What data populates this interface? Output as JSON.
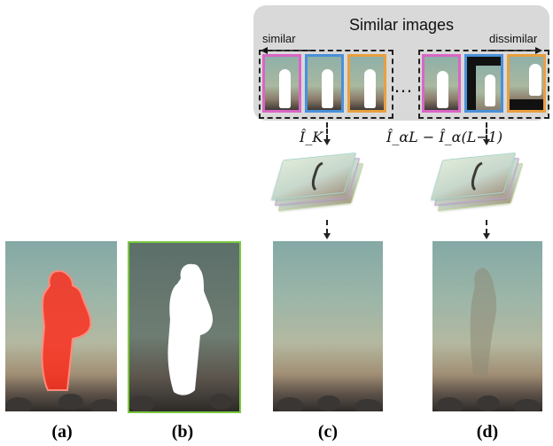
{
  "panel": {
    "title": "Similar images",
    "similar_label": "similar",
    "dissimilar_label": "dissimilar",
    "ellipsis": "…",
    "frame_colors": [
      "#d966c6",
      "#4a90d9",
      "#e8a040",
      "#d966c6",
      "#4a90d9",
      "#e8a040"
    ]
  },
  "formulas": {
    "left": "Î_K",
    "right": "Î_αL − Î_α(L−1)"
  },
  "captions": [
    "(a)",
    "(b)",
    "(c)",
    "(d)"
  ],
  "colors": {
    "mask_overlay": "#ff2a1a",
    "mask_border": "#7cc940",
    "panel_bg": "#d9d9d9"
  }
}
